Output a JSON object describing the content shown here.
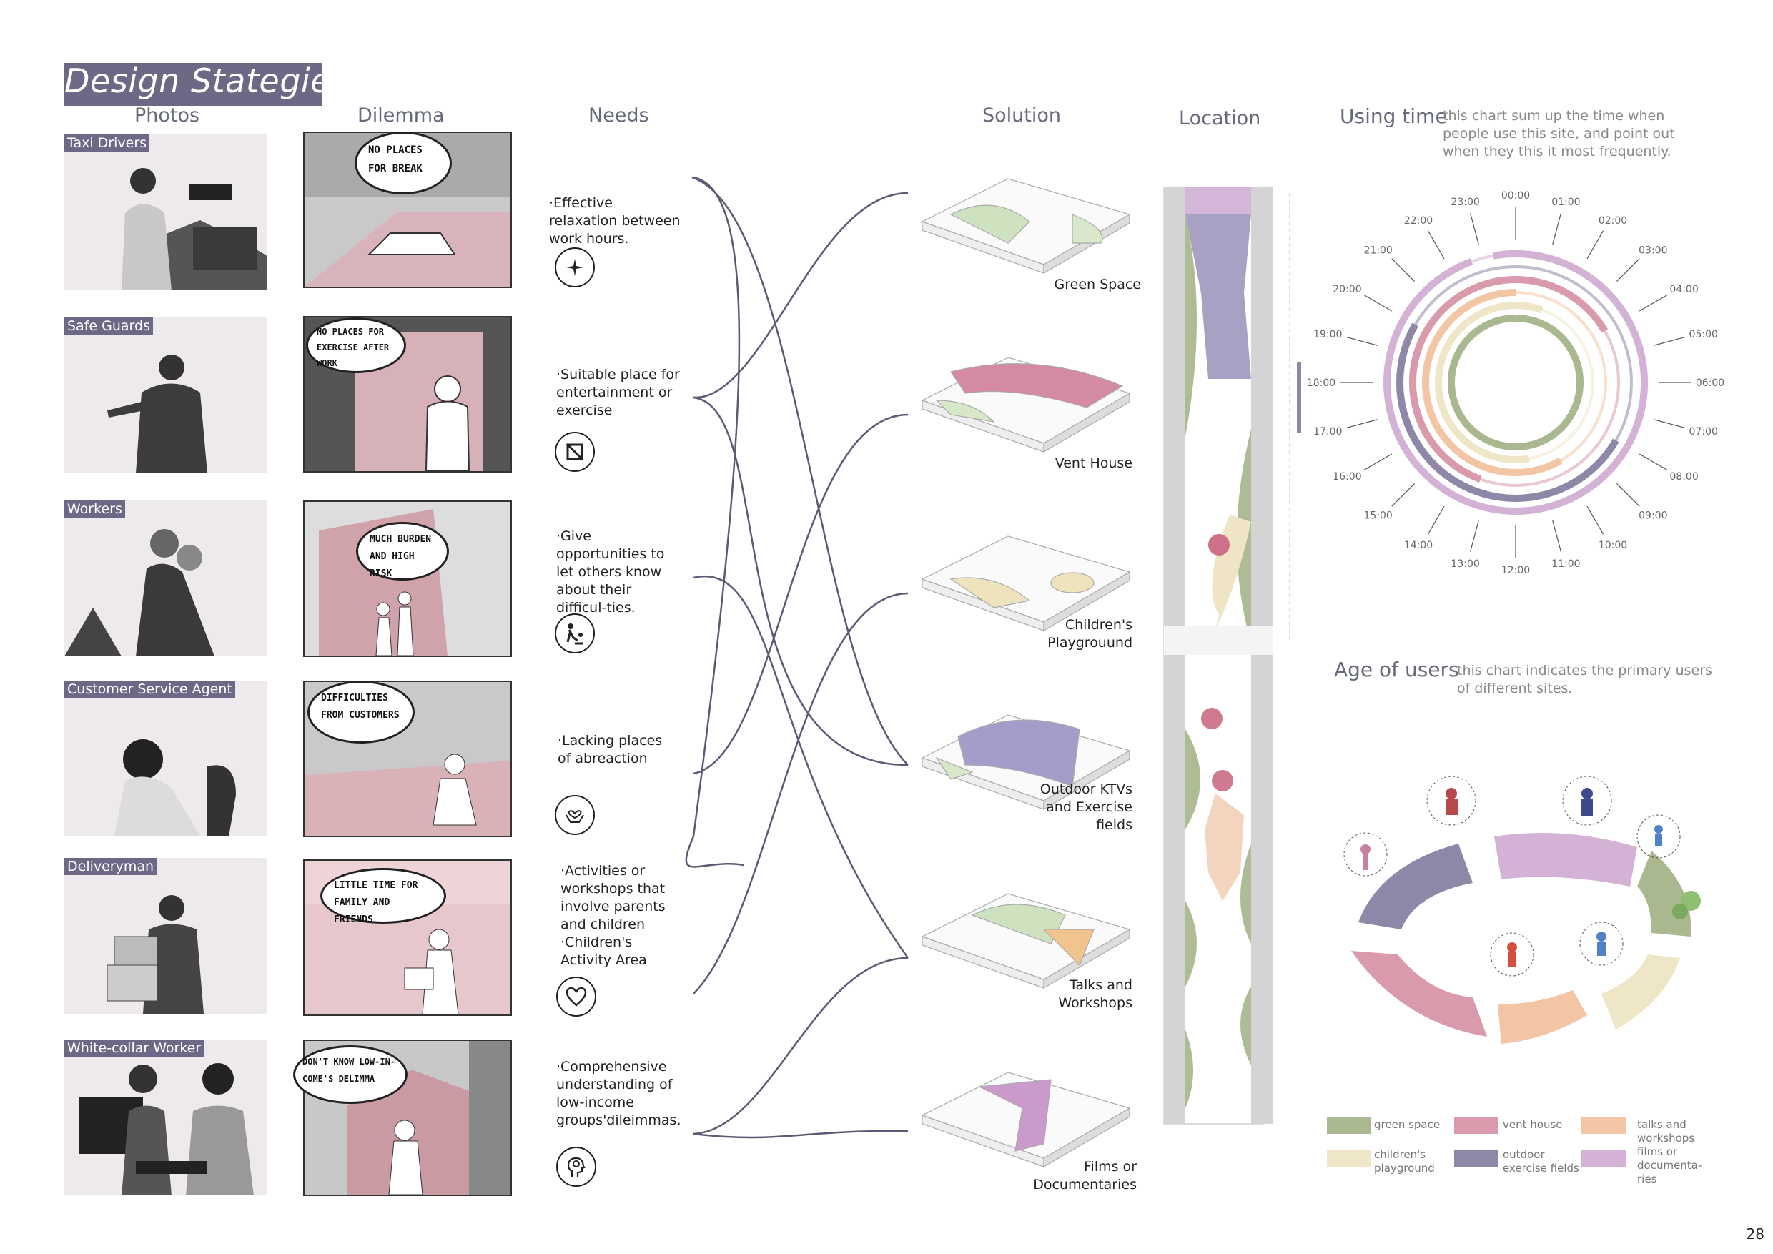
{
  "page": {
    "title": "Design Stategies",
    "page_number": "28"
  },
  "columns": {
    "photos": "Photos",
    "dilemma": "Dilemma",
    "needs": "Needs",
    "solution": "Solution",
    "location": "Location"
  },
  "rows": [
    {
      "occupation": "Taxi Drivers",
      "dilemma": "NO PLACES FOR BREAK",
      "need": "·Effective relaxation between work hours.",
      "need_icon": "sparkle-icon"
    },
    {
      "occupation": "Safe Guards",
      "dilemma": "NO PLACES FOR EXERCISE AFTER WORK",
      "need": "·Suitable place for entertainment or exercise",
      "need_icon": "no-exercise-icon"
    },
    {
      "occupation": "Workers",
      "dilemma": "MUCH BURDEN AND HIGH RISK",
      "need": "·Give opportunities to let others know about their difficul-ties.",
      "need_icon": "helping-person-icon"
    },
    {
      "occupation": "Customer Service Agent",
      "dilemma": "DIFFICULTIES FROM CUSTOMERS",
      "need": "·Lacking places of abreaction",
      "need_icon": "hands-heart-icon"
    },
    {
      "occupation": "Deliveryman",
      "dilemma": "LITTLE TIME FOR FAMILY AND FRIENDS",
      "need": "·Activities or workshops that involve parents and children ·Children's Activity Area",
      "need_icon": "heart-icon"
    },
    {
      "occupation": "White-collar Worker",
      "dilemma": "DON'T KNOW LOW-IN-COME'S DELIMMA",
      "need": "·Comprehensive understanding of low-income groups'dileimmas.",
      "need_icon": "head-brain-icon"
    }
  ],
  "solutions": [
    "Green Space",
    "Vent House",
    "Children's Playgrouund",
    "Outdoor KTVs and Exercise fields",
    "Talks and Workshops",
    "Films or Documentaries"
  ],
  "using_time": {
    "title": "Using time",
    "description": "this chart  sum up the time when people use this site, and point out when they this it most frequently.",
    "hours": [
      "00:00",
      "01:00",
      "02:00",
      "03:00",
      "04:00",
      "05:00",
      "06:00",
      "07:00",
      "08:00",
      "09:00",
      "10:00",
      "11:00",
      "12:00",
      "13:00",
      "14:00",
      "15:00",
      "16:00",
      "17:00",
      "18:00",
      "19:00",
      "20:00",
      "21:00",
      "22:00",
      "23:00"
    ]
  },
  "age_of_users": {
    "title": "Age of users",
    "description": "this chart  indicates the primary users of different sites."
  },
  "legend": [
    {
      "label": "green space",
      "color": "#a9b88f"
    },
    {
      "label": "vent house",
      "color": "#d99aab"
    },
    {
      "label": "talks and workshops",
      "color": "#f2c6a4"
    },
    {
      "label": "children's playground",
      "color": "#efe6c8"
    },
    {
      "label": "outdoor exercise fields",
      "color": "#8e87a8"
    },
    {
      "label": "films or documenta-ries",
      "color": "#d4b2d6"
    }
  ],
  "chart_data": {
    "type": "radial-timeline",
    "series": [
      {
        "name": "films or documenta-ries",
        "color": "#d4b2d6"
      },
      {
        "name": "outdoor exercise fields",
        "color": "#8e87a8"
      },
      {
        "name": "vent house",
        "color": "#d99aab"
      },
      {
        "name": "talks and workshops",
        "color": "#f2c6a4"
      },
      {
        "name": "children's playground",
        "color": "#efe6c8"
      },
      {
        "name": "green space",
        "color": "#a9b88f"
      }
    ]
  }
}
